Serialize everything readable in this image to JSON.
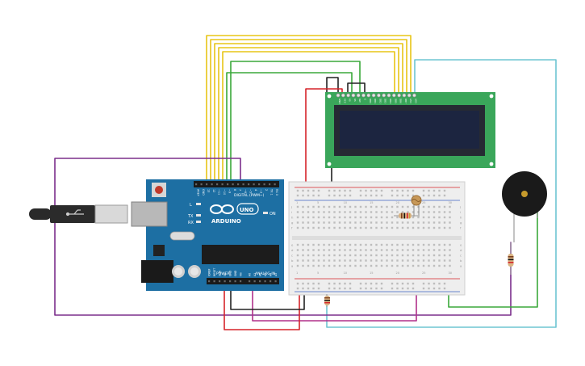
{
  "arduino": {
    "brand": "ARDUINO",
    "model": "UNO",
    "digital_header": "DIGITAL (PWM~)",
    "power_header": "POWER",
    "analog_header": "ANALOG IN",
    "on_label": "ON",
    "tx_label": "TX",
    "rx_label": "RX",
    "l_label": "L",
    "digital_pins": [
      "AREF",
      "GND",
      "13",
      "12",
      "~11",
      "~10",
      "~9",
      "8",
      "7",
      "~6",
      "~5",
      "4",
      "~3",
      "2",
      "TX 1",
      "RX 0"
    ],
    "power_pins": [
      "IOREF",
      "RESET",
      "3.3V",
      "5V",
      "GND",
      "GND",
      "Vin"
    ],
    "analog_pins": [
      "A0",
      "A1",
      "A2",
      "A3",
      "A4",
      "A5"
    ]
  },
  "breadboard": {
    "column_numbers": [
      "1",
      "5",
      "10",
      "15",
      "20",
      "25",
      "30"
    ],
    "row_letters_top": [
      "j",
      "i",
      "h",
      "g",
      "f"
    ],
    "row_letters_bottom": [
      "e",
      "d",
      "c",
      "b",
      "a"
    ]
  },
  "lcd": {
    "pin_labels": [
      "GND",
      "VCC",
      "V0",
      "RS",
      "RW",
      "E",
      "DB0",
      "DB1",
      "DB2",
      "DB3",
      "DB4",
      "DB5",
      "DB6",
      "DB7",
      "LED",
      "LED"
    ]
  },
  "colors": {
    "arduino_board": "#1d6fa3",
    "breadboard": "#eeeeee",
    "lcd_pcb": "#3aa65a",
    "lcd_screen": "#1c2540",
    "wire_yellow": "#e8c516",
    "wire_green": "#3aa83a",
    "wire_purple": "#7b2e8c",
    "wire_red": "#d6242a",
    "wire_black": "#222222",
    "wire_cyan": "#6ec5d2",
    "wire_magenta": "#b0308a",
    "buzzer": "#1a1a1a"
  }
}
